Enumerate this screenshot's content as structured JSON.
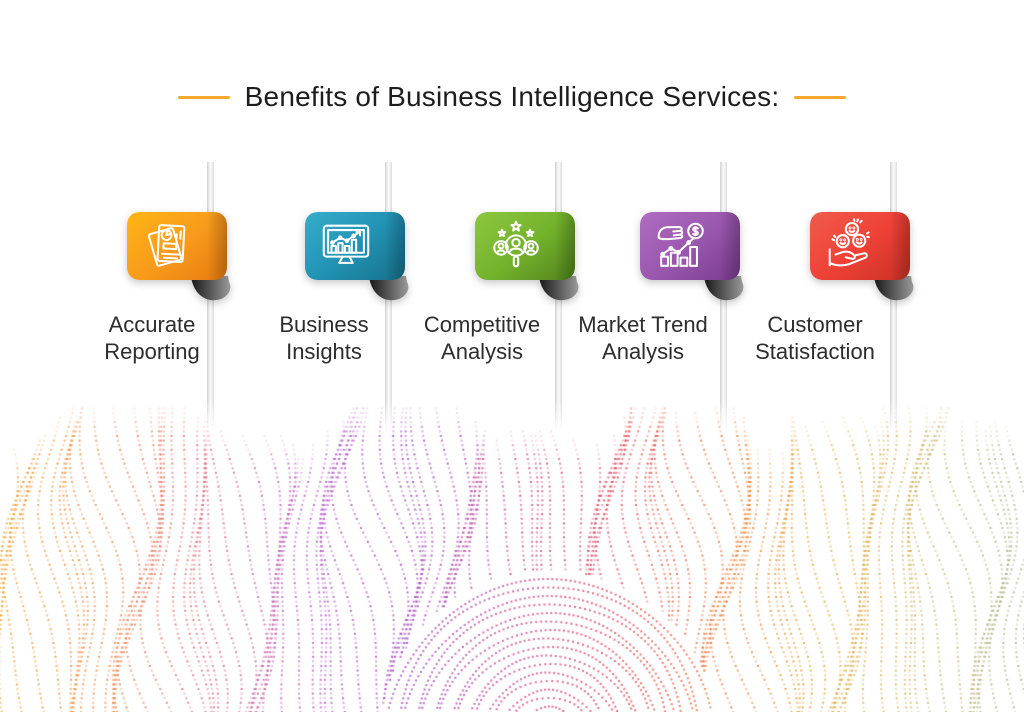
{
  "title": {
    "text": "Benefits of Business Intelligence Services:"
  },
  "accent": {
    "dash_color": "#F7A72E",
    "title_color": "#1d1d1d",
    "label_color": "#2d2d2d",
    "pole_color": "#e6e6e6"
  },
  "benefits": [
    {
      "label": "Accurate Reporting",
      "line1": "Accurate",
      "line2": "Reporting",
      "icon": "report-documents-icon",
      "colors": {
        "light": "#FDB515",
        "mid": "#F89B1B",
        "dark": "#E87F12"
      }
    },
    {
      "label": "Business Insights",
      "line1": "Business",
      "line2": "Insights",
      "icon": "monitor-analytics-icon",
      "colors": {
        "light": "#35AECB",
        "mid": "#2292B4",
        "dark": "#17748E"
      }
    },
    {
      "label": "Competitive Analysis",
      "line1": "Competitive",
      "line2": "Analysis",
      "icon": "people-search-icon",
      "colors": {
        "light": "#8DC63F",
        "mid": "#74B32C",
        "dark": "#55891E"
      }
    },
    {
      "label": "Market Trend Analysis",
      "line1": "Market Trend",
      "line2": "Analysis",
      "icon": "hand-coin-chart-icon",
      "colors": {
        "light": "#AE6DC0",
        "mid": "#9A57AE",
        "dark": "#7C3E92"
      }
    },
    {
      "label": "Customer Statisfaction",
      "line1": "Customer",
      "line2": "Statisfaction",
      "icon": "hand-smileys-icon",
      "colors": {
        "light": "#F15B4C",
        "mid": "#EE4136",
        "dark": "#CE3327"
      }
    }
  ],
  "decoration": {
    "wave_gradient": [
      "#F0A233",
      "#ED8C4A",
      "#DE6F82",
      "#B55EC4",
      "#A14FBB",
      "#C94C92",
      "#E04B62",
      "#EC7A38",
      "#E5A83C",
      "#CDB56A",
      "#A9B492"
    ],
    "curl_dark": "#171717",
    "curl_light": "#9a9a9a"
  }
}
